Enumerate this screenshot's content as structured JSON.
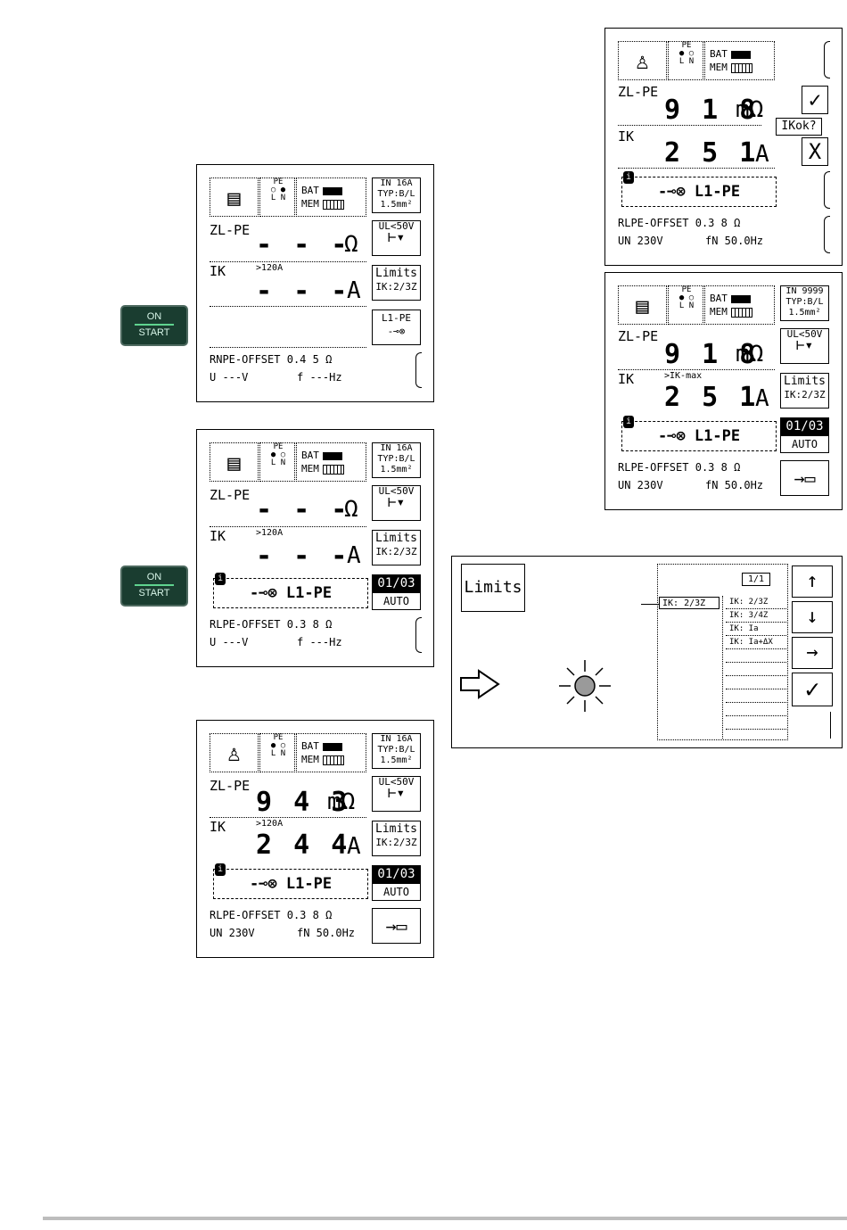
{
  "onstart": {
    "on": "ON",
    "start": "START"
  },
  "icons": {
    "pe": "PE",
    "l": "L",
    "n": "N",
    "bat": "BAT",
    "mem": "MEM"
  },
  "screen1": {
    "badge": [
      "IN 16A",
      "TYP:B/L",
      "1.5mm²"
    ],
    "zl": "ZL-PE",
    "zl_val": "- - -",
    "zl_unit": "Ω",
    "ik": "IK",
    "ik_small": ">120A",
    "ik_val": "- - -",
    "ik_unit": "A",
    "btn_ul": "UL<50V",
    "btn_limits": "Limits",
    "btn_limits_sub": "IK:2/3Z",
    "btn_l1pe": "L1-PE",
    "probe_sym": "-⊸⊗",
    "offset_lbl": "RNPE-OFFSET",
    "offset_val": "0.4 5  Ω",
    "u_lbl": "U  ---V",
    "f_lbl": "f  ---Hz"
  },
  "screen2": {
    "badge": [
      "IN 16A",
      "TYP:B/L",
      "1.5mm²"
    ],
    "zl": "ZL-PE",
    "zl_val": "- - -",
    "zl_unit": "Ω",
    "ik": "IK",
    "ik_small": ">120A",
    "ik_val": "- - -",
    "ik_unit": "A",
    "btn_ul": "UL<50V",
    "btn_limits": "Limits",
    "btn_limits_sub": "IK:2/3Z",
    "probe": "-⊸⊗  L1-PE",
    "counter": "01/03",
    "auto": "AUTO",
    "offset_lbl": "RLPE-OFFSET",
    "offset_val": "0.3 8  Ω",
    "u_lbl": "U  ---V",
    "f_lbl": "f  ---Hz"
  },
  "screen3": {
    "badge": [
      "IN 16A",
      "TYP:B/L",
      "1.5mm²"
    ],
    "zl": "ZL-PE",
    "zl_val": "9 4 3",
    "zl_unit": "mΩ",
    "ik": "IK",
    "ik_small": ">120A",
    "ik_val": "2 4 4",
    "ik_unit": "A",
    "btn_ul": "UL<50V",
    "btn_limits": "Limits",
    "btn_limits_sub": "IK:2/3Z",
    "probe": "-⊸⊗  L1-PE",
    "counter": "01/03",
    "auto": "AUTO",
    "offset_lbl": "RLPE-OFFSET",
    "offset_val": "0.3 8  Ω",
    "u_lbl": "UN 230V",
    "f_lbl": "fN 50.0Hz",
    "save": "→▭"
  },
  "screen4": {
    "zl": "ZL-PE",
    "zl_val": "9 1 8",
    "zl_unit": "mΩ",
    "ik": "IK",
    "ik_val": "2 5 1",
    "ik_unit": "A",
    "check": "✓",
    "ikok": "IKok?",
    "cross": "X",
    "probe": "-⊸⊗  L1-PE",
    "offset_lbl": "RLPE-OFFSET",
    "offset_val": "0.3 8  Ω",
    "u_lbl": "UN 230V",
    "f_lbl": "fN 50.0Hz"
  },
  "screen5": {
    "badge": [
      "IN 9999",
      "TYP:B/L",
      "1.5mm²"
    ],
    "zl": "ZL-PE",
    "zl_val": "9 1 8",
    "zl_unit": "mΩ",
    "ik": "IK",
    "ik_small": ">IK-max",
    "ik_val": "2 5 1",
    "ik_unit": "A",
    "btn_ul": "UL<50V",
    "btn_limits": "Limits",
    "btn_limits_sub": "IK:2/3Z",
    "probe": "-⊸⊗  L1-PE",
    "counter": "01/03",
    "auto": "AUTO",
    "offset_lbl": "RLPE-OFFSET",
    "offset_val": "0.3 8  Ω",
    "u_lbl": "UN 230V",
    "f_lbl": "fN 50.0Hz",
    "save": "→▭"
  },
  "limits_panel": {
    "button": "Limits",
    "page": "1/1",
    "selected": "IK: 2/3Z",
    "options": [
      "IK: 2/3Z",
      "IK: 3/4Z",
      "IK:  Ia",
      "IK: Ia+ΔX"
    ],
    "up": "↑",
    "down": "↓",
    "right": "→",
    "ok": "✓"
  }
}
